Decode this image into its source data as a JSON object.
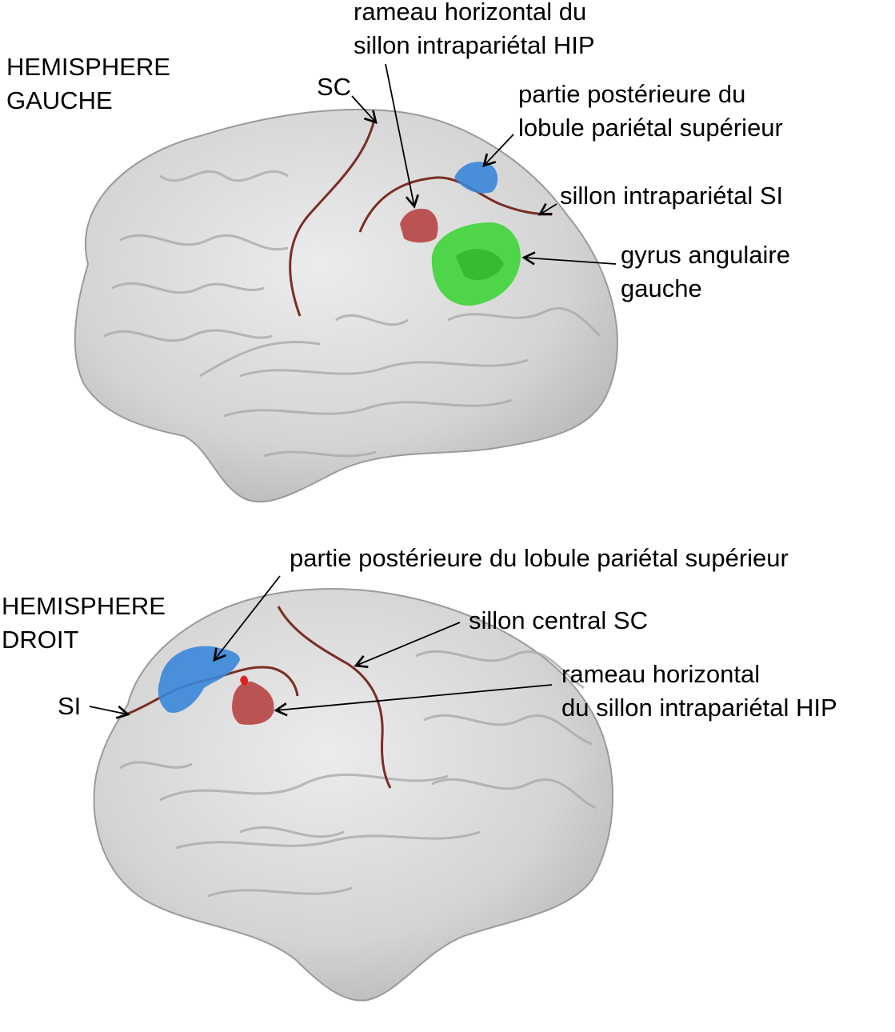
{
  "left_hemisphere": {
    "title": [
      "HEMISPHERE",
      "GAUCHE"
    ],
    "labels": {
      "sc": "SC",
      "hip": [
        "rameau horizontal du",
        "sillon intrapariétal HIP"
      ],
      "posterior_parietal": [
        "partie postérieure du",
        "lobule pariétal supérieur"
      ],
      "si": "sillon intrapariétal SI",
      "angular_gyrus": [
        "gyrus angulaire",
        "gauche"
      ]
    }
  },
  "right_hemisphere": {
    "title": [
      "HEMISPHERE",
      "DROIT"
    ],
    "labels": {
      "posterior_parietal": "partie postérieure du lobule pariétal supérieur",
      "sc": "sillon central SC",
      "hip": [
        "rameau horizontal",
        "du sillon intrapariétal HIP"
      ],
      "si": "SI"
    }
  },
  "colors": {
    "brain_surface": "#d9d9d9",
    "sulcus_line": "#7a2e24",
    "hip_region": "#b5393a",
    "posterior_parietal_region": "#3a86d8",
    "angular_gyrus_region": "#3fd43a"
  }
}
